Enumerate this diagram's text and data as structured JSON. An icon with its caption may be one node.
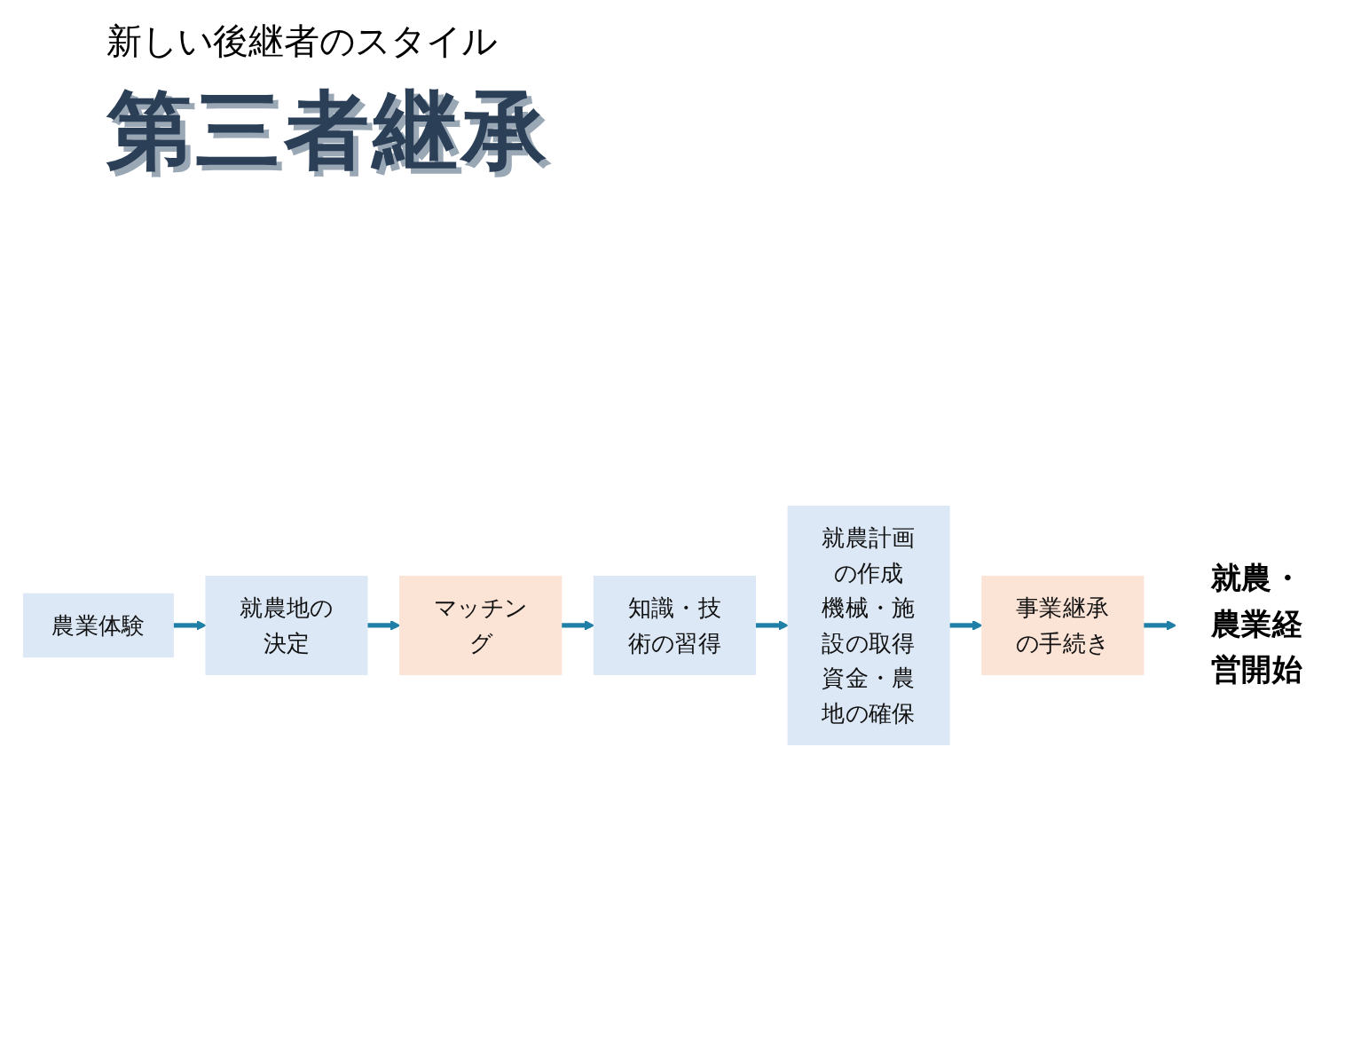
{
  "diagram": {
    "title": "第三者継承",
    "nodes": [
      {
        "text": [
          "農業体験"
        ]
      },
      {
        "text": [
          "就農地の決定"
        ]
      },
      {
        "text": [
          "マッチング"
        ]
      },
      {
        "text": [
          "知識・技術の習得"
        ]
      },
      {
        "text": [
          "就農計画の作成",
          "機械・施設の取得",
          "資金・農地の確保"
        ]
      },
      {
        "text": [
          "事業継承の手続き"
        ]
      },
      {
        "text": [
          "就農・農業経営開始"
        ]
      }
    ],
    "edges": [
      {
        "from": 0,
        "to": 1,
        "arrow": "to"
      },
      {
        "from": 1,
        "to": 2,
        "arrow": "to"
      },
      {
        "from": 2,
        "to": 3,
        "arrow": "to"
      },
      {
        "from": 3,
        "to": 4,
        "arrow": "to"
      },
      {
        "from": 4,
        "to": 5,
        "arrow": "to"
      },
      {
        "from": 5,
        "to": 6,
        "arrow": "to"
      }
    ],
    "labels": [
      "新しい後継者のスタイル"
    ]
  }
}
